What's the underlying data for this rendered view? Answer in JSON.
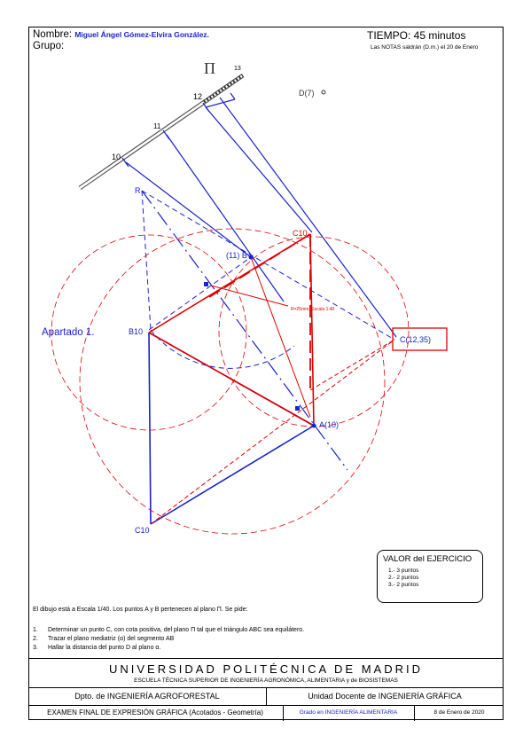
{
  "header": {
    "nombre_label": "Nombre:",
    "nombre_value": "Miguel Ángel Gómez-Elvira González.",
    "grupo_label": "Grupo:",
    "tiempo": "TIEMPO: 45 minutos",
    "notas": "Las NOTAS saldrán (D.m.) el 20 de Enero"
  },
  "drawing": {
    "plane_symbol": "Π",
    "scale_marks": [
      "10",
      "11",
      "12",
      "13"
    ],
    "point_labels": {
      "D": "D(7)",
      "R": "R",
      "B_top": "(11) B",
      "C_top": "C10",
      "B_left": "B10",
      "A": "A(10)",
      "C_bottom": "C10",
      "C_right": "C(12,35)",
      "radius_note": "R=25mm, Escala 1:40"
    },
    "apartado": "Apartado 1.",
    "colors": {
      "blue": "#1a23c8",
      "red": "#e00000",
      "gray": "#555555"
    }
  },
  "valor": {
    "title": "VALOR del EJERCICIO",
    "items": [
      "1.- 3 puntos",
      "2.- 2 puntos",
      "3.- 2 puntos"
    ]
  },
  "statement": {
    "intro": "El dibujo está a Escala 1/40. Los puntos A y B pertenecen al plano Π. Se pide:",
    "items": [
      {
        "num": "1.",
        "text": "Determinar un punto C, con cota positiva, del plano Π tal que el triángulo ABC sea equilátero."
      },
      {
        "num": "2.",
        "text": "Trazar el plano mediatriz (α) del segmento AB"
      },
      {
        "num": "3.",
        "text": "Hallar la distancia del punto D al plano α."
      }
    ]
  },
  "footer": {
    "university": "UNIVERSIDAD POLITÉCNICA DE MADRID",
    "school": "ESCUELA TÉCNICA SUPERIOR DE INGENIERÍA AGRONÓMICA, ALIMENTARIA y de BIOSISTEMAS",
    "dept": "Dpto. de INGENIERÍA AGROFORESTAL",
    "unit": "Unidad Docente de INGENIERÍA GRÁFICA",
    "exam": "EXAMEN FINAL DE EXPRESIÓN GRÁFICA (Acotados - Geometría)",
    "grado": "Grado en INGENIERÍA ALIMENTARIA",
    "date": "8 de Enero de 2020"
  }
}
